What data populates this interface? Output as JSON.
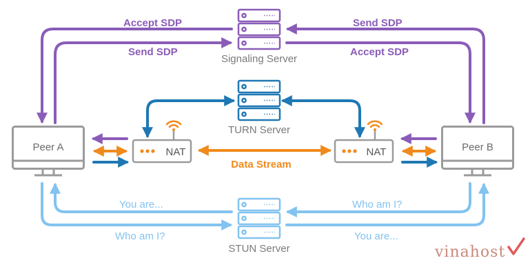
{
  "colors": {
    "signaling": "#8a5cb8",
    "turn": "#1f78b4",
    "stun": "#82c3f0",
    "data": "#f08a1c",
    "device": "#9b9b9b",
    "server_text": "#7a7a7a",
    "logo": "#c9897a",
    "logo_mark": "#e05a5a"
  },
  "signaling": {
    "server_label": "Signaling Server",
    "left_outer": "Accept SDP",
    "left_inner": "Send SDP",
    "right_outer": "Send SDP",
    "right_inner": "Accept SDP",
    "icon": "server-stack-icon"
  },
  "turn": {
    "server_label": "TURN Server",
    "icon": "server-stack-icon"
  },
  "stun": {
    "server_label": "STUN Server",
    "left_upper": "You are...",
    "left_lower": "Who am I?",
    "right_upper": "Who am I?",
    "right_lower": "You are...",
    "icon": "server-stack-icon"
  },
  "peers": {
    "a": "Peer A",
    "b": "Peer B"
  },
  "nat": {
    "left": "NAT",
    "right": "NAT",
    "icon": "wifi-icon"
  },
  "data_stream": {
    "label": "Data Stream"
  },
  "brand": {
    "name": "vinahost",
    "mark": "checkmark-logo-icon"
  }
}
